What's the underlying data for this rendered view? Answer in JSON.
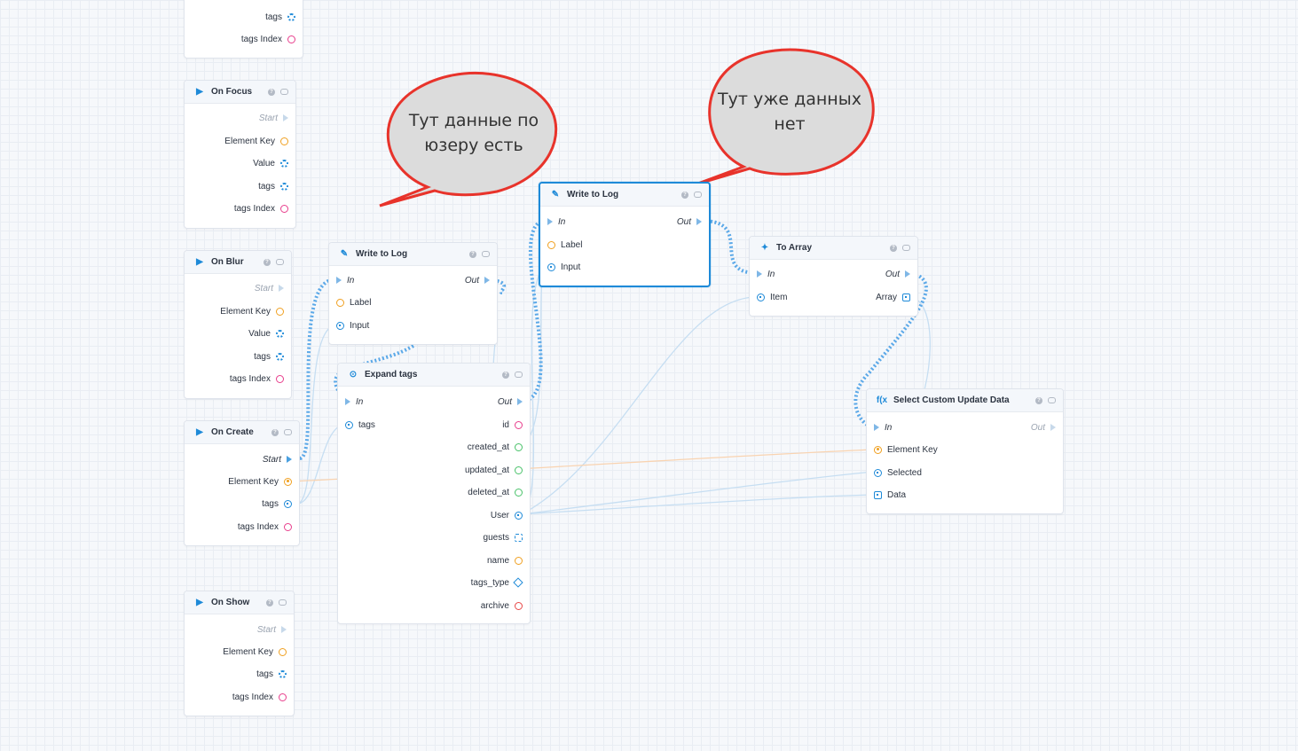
{
  "annotations": {
    "bubble_left": "Тут данные по юзеру есть",
    "bubble_right": "Тут уже данных нет"
  },
  "nodes": {
    "top_partial": {
      "ports": [
        "tags",
        "tags Index"
      ]
    },
    "on_focus": {
      "title": "On Focus",
      "ports": [
        "Start",
        "Element Key",
        "Value",
        "tags",
        "tags Index"
      ]
    },
    "on_blur": {
      "title": "On Blur",
      "ports": [
        "Start",
        "Element Key",
        "Value",
        "tags",
        "tags Index"
      ]
    },
    "on_create": {
      "title": "On Create",
      "ports": [
        "Start",
        "Element Key",
        "tags",
        "tags Index"
      ]
    },
    "on_show": {
      "title": "On Show",
      "ports": [
        "Start",
        "Element Key",
        "tags",
        "tags Index"
      ]
    },
    "write_log_1": {
      "title": "Write to Log",
      "in": "In",
      "out": "Out",
      "label": "Label",
      "input": "Input"
    },
    "write_log_2": {
      "title": "Write to Log",
      "in": "In",
      "out": "Out",
      "label": "Label",
      "input": "Input"
    },
    "expand_tags": {
      "title": "Expand tags",
      "in": "In",
      "out": "Out",
      "tags": "tags",
      "outputs": [
        "id",
        "created_at",
        "updated_at",
        "deleted_at",
        "User",
        "guests",
        "name",
        "tags_type",
        "archive"
      ]
    },
    "to_array": {
      "title": "To Array",
      "in": "In",
      "out": "Out",
      "item": "Item",
      "array": "Array"
    },
    "select_custom": {
      "title": "Select Custom Update Data",
      "in": "In",
      "out": "Out",
      "element_key": "Element Key",
      "selected": "Selected",
      "data": "Data"
    }
  },
  "colors": {
    "exec_wire": "#5aa8e8",
    "data_wire": "#bcdaf3",
    "orange_wire": "#f7c9a0",
    "bubble_border": "#e8332b",
    "bubble_fill": "#dcdcdc",
    "accent": "#1e8ad8"
  },
  "icons": {
    "event": "play-icon",
    "write": "pencil-icon",
    "expand": "expand-icon",
    "to_array": "sparkle-icon",
    "select": "function-icon"
  }
}
